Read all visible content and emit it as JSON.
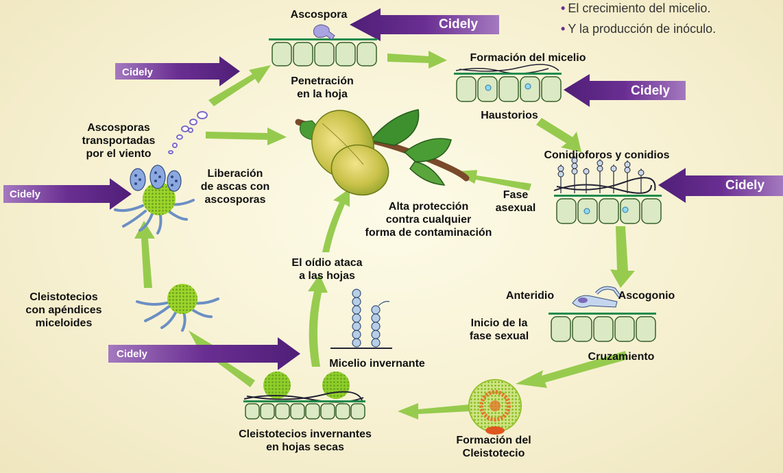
{
  "bullets": [
    "El crecimiento del micelio.",
    "Y la producción de inóculo."
  ],
  "colors": {
    "purple": "#5c2585",
    "green_arrow": "#8cc63f",
    "fungus_green": "#a2d62c",
    "cell_fill": "#dbe9c4",
    "cuticle": "#1d8b4c"
  },
  "product_label": "Cidely",
  "cidely_tags": [
    "Cidely",
    "Cidely",
    "Cidely",
    "Cidely",
    "Cidely",
    "Cidely"
  ],
  "stages": {
    "ascospora": "Ascospora",
    "penetracion": "Penetración\nen la hoja",
    "formacion_micelio": "Formación del micelio",
    "haustorios": "Haustorios",
    "conidioforos": "Conidioforos y conidios",
    "fase_asexual": "Fase\nasexual",
    "anteridio": "Anteridio",
    "ascogonio": "Ascogonio",
    "inicio_fase_sexual": "Inicio de la\nfase sexual",
    "cruzamiento": "Cruzamiento",
    "formacion_cleistotecio": "Formación del\nCleistotecio",
    "cleistotecios_invernantes": "Cleistotecios invernantes\nen hojas secas",
    "micelio_invernante": "Micelio invernante",
    "oidio_ataca": "El oídio ataca\na las hojas",
    "alta_proteccion": "Alta protección\ncontra cualquier\nforma de contaminación",
    "cleistotecios_apendices": "Cleistotecios\ncon apéndices\nmiceloides",
    "liberacion_ascas": "Liberación\nde ascas con\nascosporas",
    "ascosporas_viento": "Ascosporas\ntransportadas\npor el viento"
  }
}
